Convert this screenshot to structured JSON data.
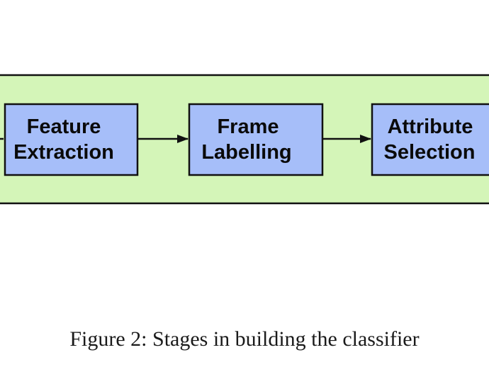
{
  "colors": {
    "panel_fill": "#d4f5b8",
    "node_fill": "#a6bef9",
    "stroke": "#111111"
  },
  "diagram": {
    "nodes": [
      {
        "id": "feature-extraction",
        "lines": [
          "Feature",
          "Extraction"
        ]
      },
      {
        "id": "frame-labelling",
        "lines": [
          "Frame",
          "Labelling"
        ]
      },
      {
        "id": "attribute-selection",
        "lines": [
          "Attribute",
          "Selection"
        ]
      }
    ],
    "edges": [
      {
        "from": "feature-extraction",
        "to": "frame-labelling"
      },
      {
        "from": "frame-labelling",
        "to": "attribute-selection"
      }
    ]
  },
  "caption": "Figure 2: Stages in building the classifier"
}
